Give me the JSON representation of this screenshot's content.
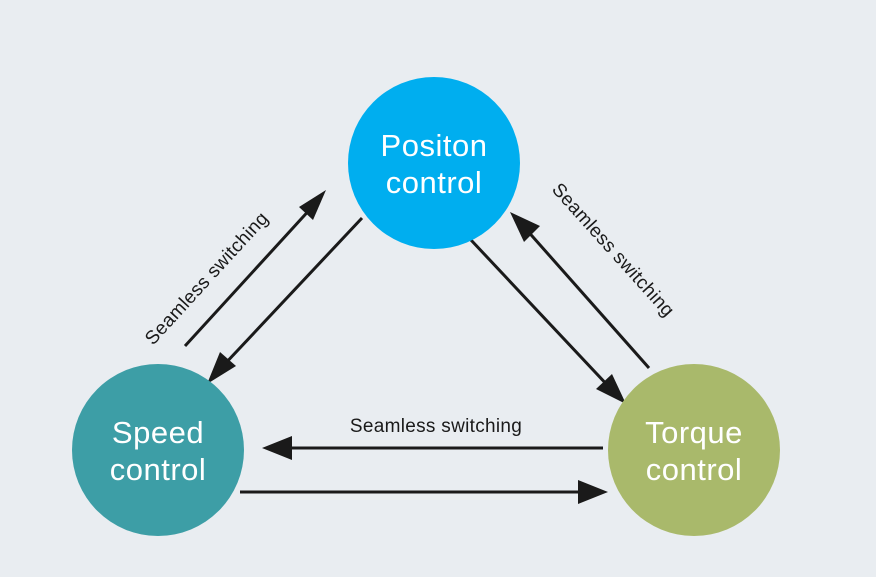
{
  "nodes": {
    "position": {
      "line1": "Positon",
      "line2": "control",
      "color": "#00aeef"
    },
    "speed": {
      "line1": "Speed",
      "line2": "control",
      "color": "#3d9ea6"
    },
    "torque": {
      "line1": "Torque",
      "line2": "control",
      "color": "#a9b96b"
    }
  },
  "edges": {
    "left_label": "Seamless switching",
    "right_label": "Seamless switching",
    "bottom_label": "Seamless switching"
  },
  "colors": {
    "background": "#e9edf1",
    "arrow": "#1a1a1a"
  }
}
